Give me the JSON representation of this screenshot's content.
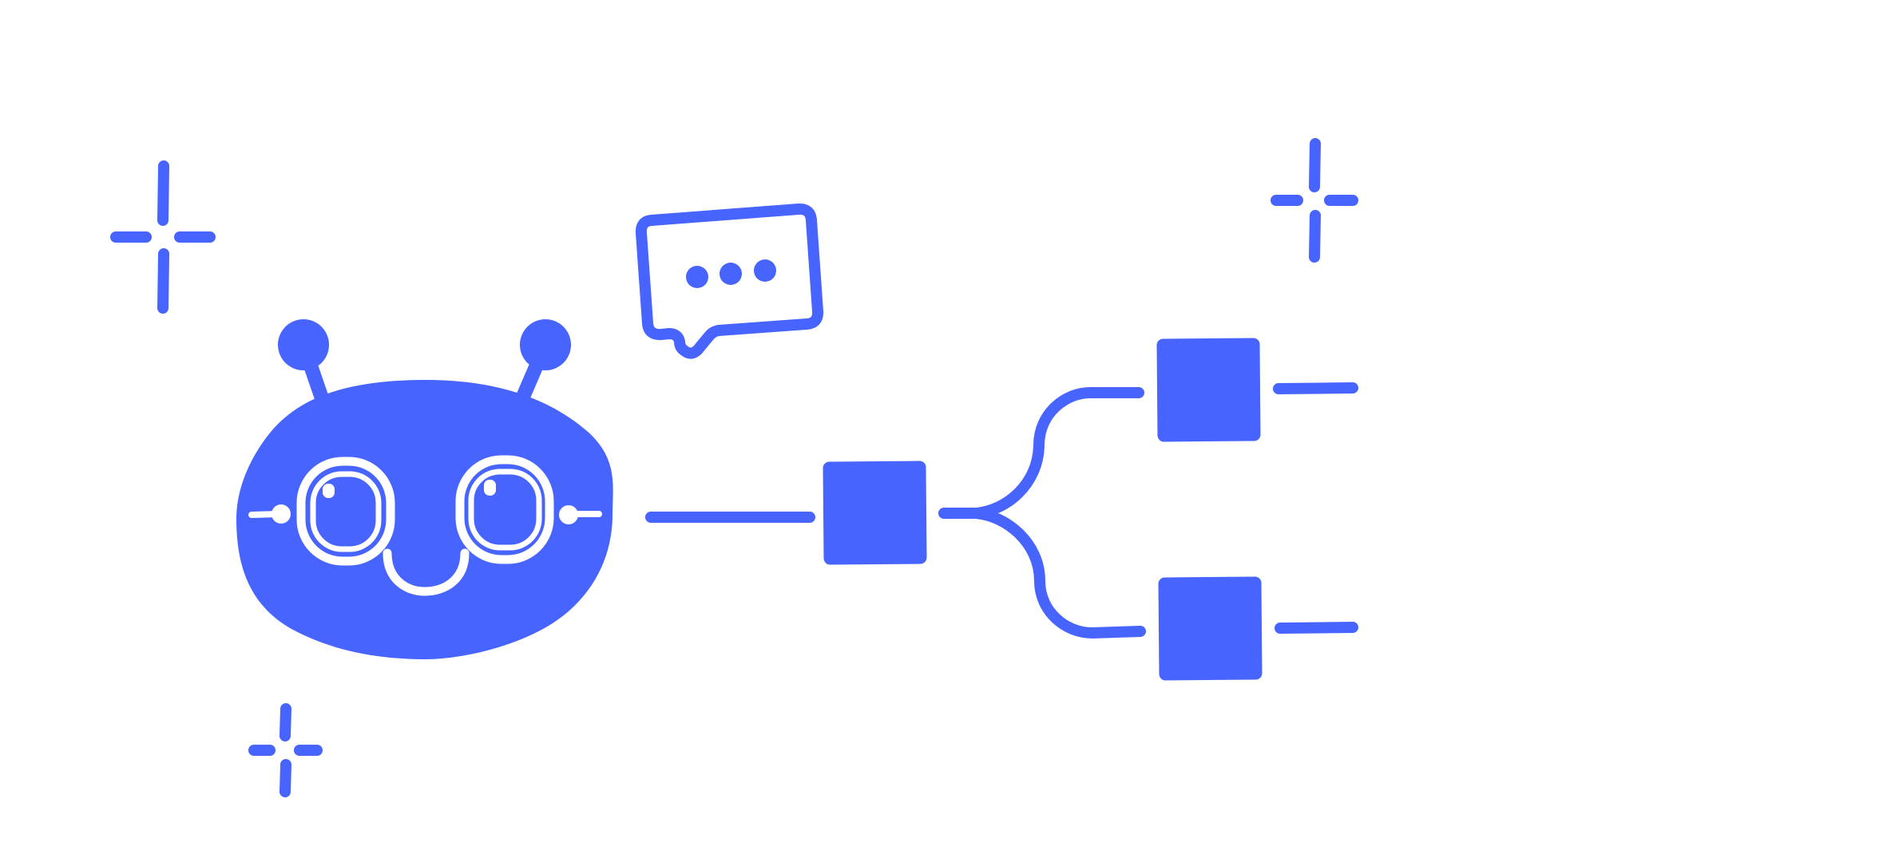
{
  "illustration": {
    "accent_color": "#4764FF",
    "background_color": "#FFFFFF",
    "elements": {
      "robot": "robot-face-icon",
      "speech": "speech-bubble-typing-icon",
      "flow": "decision-tree-diagram",
      "sparkles": [
        "sparkle-icon",
        "sparkle-icon",
        "sparkle-icon"
      ]
    },
    "typing_dots": 3,
    "tree_branches": 2
  }
}
